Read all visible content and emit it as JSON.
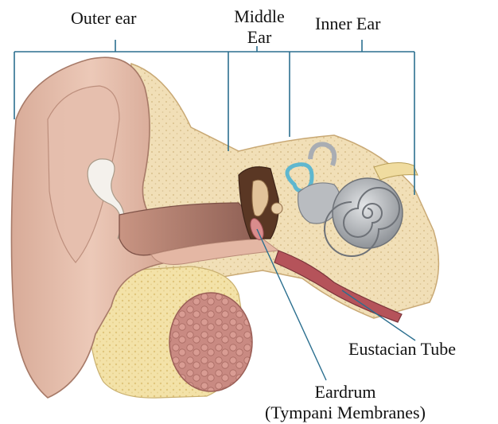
{
  "labels": {
    "outer_ear": "Outer ear",
    "middle_ear_line1": "Middle",
    "middle_ear_line2": "Ear",
    "inner_ear": "Inner Ear",
    "eustachian_tube": "Eustacian Tube",
    "eardrum_line1": "Eardrum",
    "eardrum_line2": "(Tympani Membranes)"
  },
  "colors": {
    "leader_line": "#2b6f8f",
    "skin": "#e6bfae",
    "skin_shadow": "#b98a78",
    "bone": "#f1dfb7",
    "bone_dot": "#d8bf8c",
    "cochlea": "#b9bcc0",
    "canal_blue": "#5fb7cf",
    "tissue_pink": "#c98a82",
    "tube": "#b5535a"
  }
}
